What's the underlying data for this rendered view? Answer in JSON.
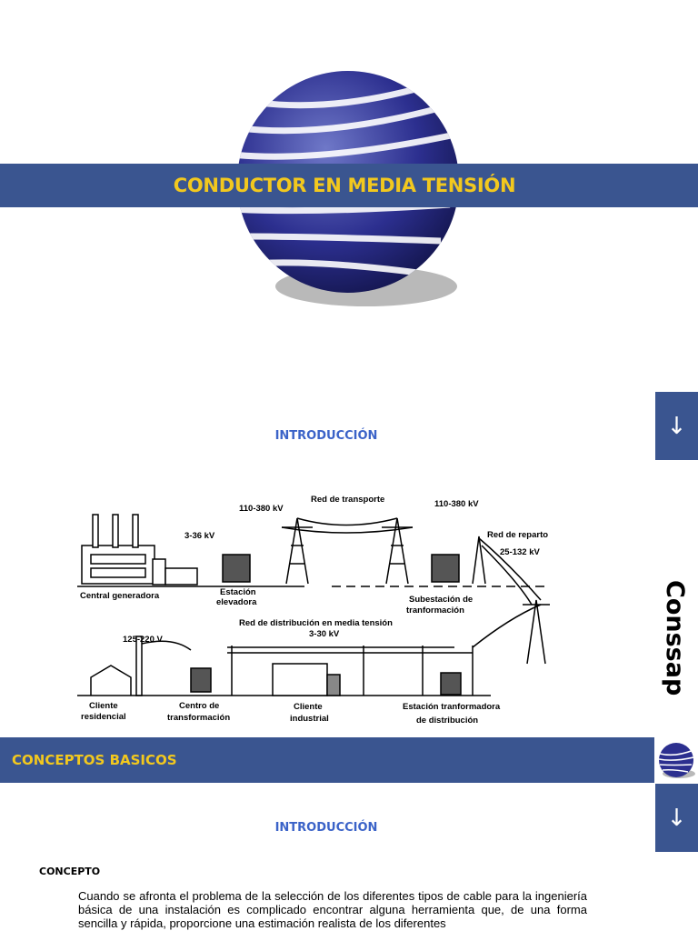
{
  "header": {
    "title": "CONDUCTOR EN MEDIA  TENSIÓN"
  },
  "sections": {
    "intro_heading_1": "INTRODUCCIÓN",
    "intro_heading_2": "INTRODUCCIÓN",
    "concepts_band": "CONCEPTOS BASICOS",
    "concept_label": "CONCEPTO"
  },
  "sidebar": {
    "brand": "Conssap",
    "arrow_1": "↓",
    "arrow_2": "↓"
  },
  "diagram": {
    "labels": {
      "red_transporte": "Red de transporte",
      "v_110_380_left": "110-380 kV",
      "v_110_380_right": "110-380 kV",
      "v_3_36": "3-36 kV",
      "red_reparto": "Red de reparto",
      "v_25_132": "25-132 kV",
      "central": "Central generadora",
      "estacion_1": "Estación",
      "estacion_2": "elevadora",
      "subestacion_1": "Subestación de",
      "subestacion_2": "tranformación",
      "red_distribucion": "Red de distribución en media tensión",
      "v_3_30": "3-30 kV",
      "v_125_220": "125-220 V",
      "cliente_res_1": "Cliente",
      "cliente_res_2": "residencial",
      "centro_1": "Centro de",
      "centro_2": "transformación",
      "cliente_ind_1": "Cliente",
      "cliente_ind_2": "industrial",
      "est_trans_1": "Estación tranformadora",
      "est_trans_2": "de distribución"
    }
  },
  "body": {
    "paragraph": "Cuando se afronta el problema de la selección de los diferentes tipos de cable para la ingeniería básica de una instalación es  complicado encontrar alguna herramienta que, de una forma sencilla y rápida, proporcione una estimación realista de los diferentes"
  },
  "colors": {
    "band": "#3a5590",
    "title_text": "#f2c81e",
    "heading_blue": "#3b63c8"
  }
}
